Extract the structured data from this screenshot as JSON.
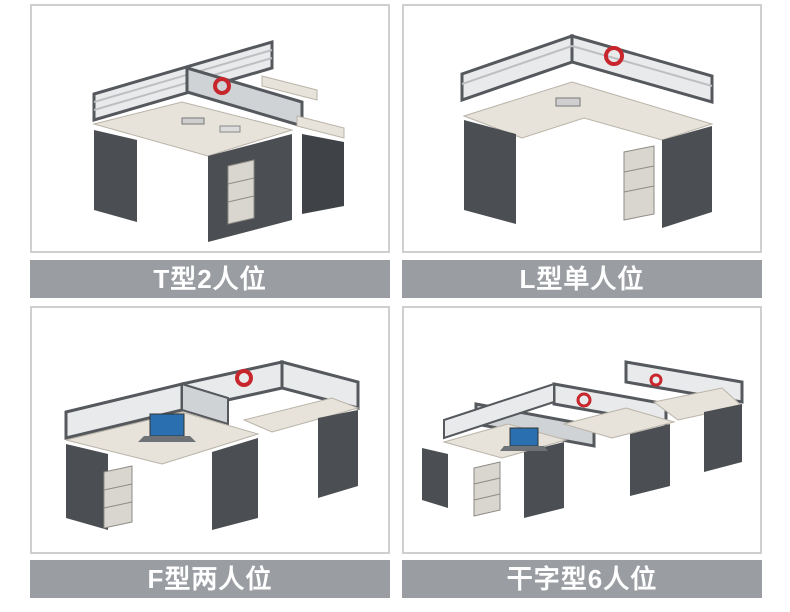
{
  "products": [
    {
      "id": "t-type",
      "label": "T型2人位"
    },
    {
      "id": "l-type",
      "label": "L型单人位"
    },
    {
      "id": "f-type",
      "label": "F型两人位"
    },
    {
      "id": "gan-type",
      "label": "干字型6人位"
    }
  ],
  "colors": {
    "label_background": "#9a9ea3",
    "label_text": "#ffffff",
    "cabinet": "#4b4e52",
    "desktop": "#e8e3da",
    "partition_frame": "#55585c",
    "accent_red": "#c8262d"
  }
}
